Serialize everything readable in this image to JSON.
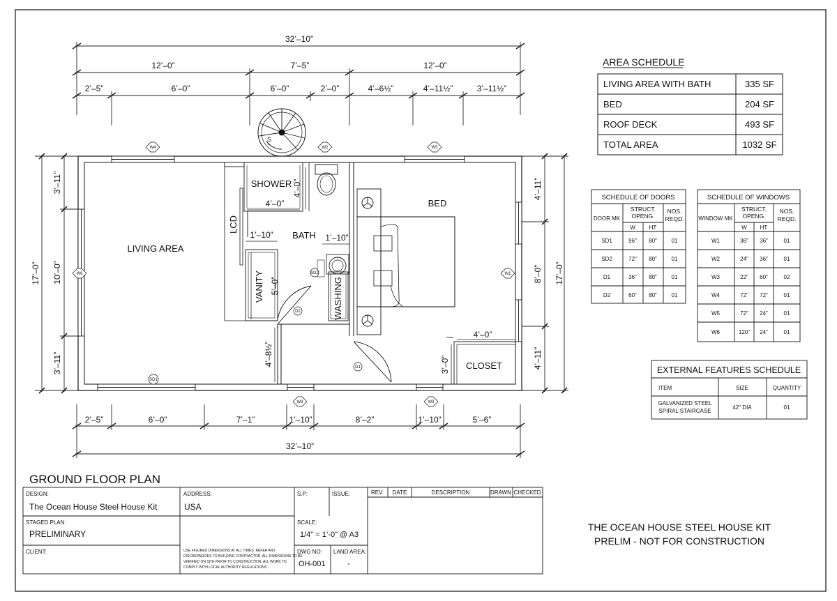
{
  "plan": {
    "title": "GROUND FLOOR PLAN",
    "dims_top": {
      "overall": "32’–10”",
      "row2": [
        "12’–0”",
        "7’–5”",
        "12’–0”"
      ],
      "row3": [
        "2’–5”",
        "6’–0”",
        "6’–0”",
        "2’–0”",
        "4’–6½”",
        "4’–11½”",
        "3’–11½”"
      ]
    },
    "dims_bottom": {
      "row1": [
        "2’–5”",
        "6’–0”",
        "7’–1”",
        "1’–10”",
        "8’–2”",
        "1’–10”",
        "5’–6”"
      ],
      "overall": "32’–10”"
    },
    "dims_left": {
      "overall": "17’–0”",
      "segments": [
        "3’–11”",
        "10’–0”",
        "3’–11”"
      ]
    },
    "dims_right": {
      "overall": "17’–0”",
      "segments": [
        "4’–11”",
        "8’–0”",
        "4’–11”"
      ]
    },
    "dims_inner": {
      "shower_w": "4’–0”",
      "shower_h": "4’–0”",
      "bath_left": "1’–10”",
      "bath_right": "1’–10”",
      "vanity": "5’–0”",
      "hall": "4’–8½”",
      "closet_w": "4’–0”",
      "closet_h": "3’–0”"
    },
    "rooms": {
      "living": "LIVING AREA",
      "bath": "BATH",
      "shower": "SHOWER",
      "bed": "BED",
      "closet": "CLOSET",
      "vanity": "VANITY",
      "washing": "WASHING",
      "lcd": "LCD"
    },
    "stair_label": "S",
    "window_tags": [
      "W1",
      "W2",
      "W3",
      "W4",
      "W5",
      "W6"
    ],
    "door_tags": [
      "SD1",
      "SD2",
      "D1",
      "D2"
    ]
  },
  "area_schedule": {
    "title": "AREA SCHEDULE",
    "rows": [
      {
        "name": "LIVING AREA WITH BATH",
        "value": "335 SF"
      },
      {
        "name": "BED",
        "value": "204 SF"
      },
      {
        "name": "ROOF DECK",
        "value": "493 SF"
      },
      {
        "name": "TOTAL AREA",
        "value": "1032 SF"
      }
    ]
  },
  "doors_schedule": {
    "title": "SCHEDULE OF DOORS",
    "headers": {
      "mk": "DOOR MK",
      "opening": "STRUCT. OPENG.",
      "w": "W",
      "ht": "HT",
      "nos": "NOS. REQD."
    },
    "rows": [
      {
        "mk": "SD1",
        "w": "96\"",
        "ht": "80\"",
        "nos": "01"
      },
      {
        "mk": "SD2",
        "w": "72\"",
        "ht": "80\"",
        "nos": "01"
      },
      {
        "mk": "D1",
        "w": "36\"",
        "ht": "80\"",
        "nos": "01"
      },
      {
        "mk": "D2",
        "w": "60\"",
        "ht": "80\"",
        "nos": "01"
      }
    ]
  },
  "windows_schedule": {
    "title": "SCHEDULE OF WINDOWS",
    "headers": {
      "mk": "WINDOW MK",
      "opening": "STRUCT. OPENG.",
      "w": "W",
      "ht": "HT",
      "nos": "NOS. REQD."
    },
    "rows": [
      {
        "mk": "W1",
        "w": "36\"",
        "ht": "36\"",
        "nos": "01"
      },
      {
        "mk": "W2",
        "w": "24\"",
        "ht": "36\"",
        "nos": "01"
      },
      {
        "mk": "W3",
        "w": "22\"",
        "ht": "60\"",
        "nos": "02"
      },
      {
        "mk": "W4",
        "w": "72\"",
        "ht": "72\"",
        "nos": "01"
      },
      {
        "mk": "W5",
        "w": "72\"",
        "ht": "24\"",
        "nos": "01"
      },
      {
        "mk": "W6",
        "w": "120\"",
        "ht": "24\"",
        "nos": "01"
      }
    ]
  },
  "external_schedule": {
    "title": "EXTERNAL FEATURES SCHEDULE",
    "headers": {
      "item": "ITEM",
      "size": "SIZE",
      "qty": "QUANTITY"
    },
    "row": {
      "item1": "GALVANIZED STEEL",
      "item2": "SPIRAL STAIRCASE",
      "size": "42\" DIA",
      "qty": "01"
    }
  },
  "title_block": {
    "design_label": "DESIGN:",
    "design": "The Ocean House Steel House Kit",
    "address_label": "ADDRESS:",
    "address": "USA",
    "sp_label": "S.P:",
    "issue_label": "ISSUE:",
    "staged_label": "STAGED PLAN:",
    "staged": "PRELIMINARY",
    "scale_label": "SCALE:",
    "scale": "1/4\" = 1’-0\" @ A3",
    "client_label": "CLIENT:",
    "note": [
      "USE FIGURED DIMENSIONS AT ALL TIMES. REFER ANY",
      "DISCREPANCIES TO BUILDING CONTRACTOR. ALL DIMENSIONS TO BE",
      "VERIFIED ON SITE PRIOR TO CONSTRUCTION. ALL WORK TO",
      "COMPLY WITH LOCAL AUTHORITY REGULATIONS."
    ],
    "dwg_label": "DWG NO:",
    "dwg": "OH-001",
    "land_label": "LAND AREA:",
    "land": "-",
    "rev_headers": [
      "REV.",
      "DATE",
      "DESCRIPTION",
      "DRAWN",
      "CHECKED"
    ],
    "project1": "THE OCEAN HOUSE STEEL HOUSE KIT",
    "project2": "PRELIM - NOT FOR CONSTRUCTION"
  }
}
